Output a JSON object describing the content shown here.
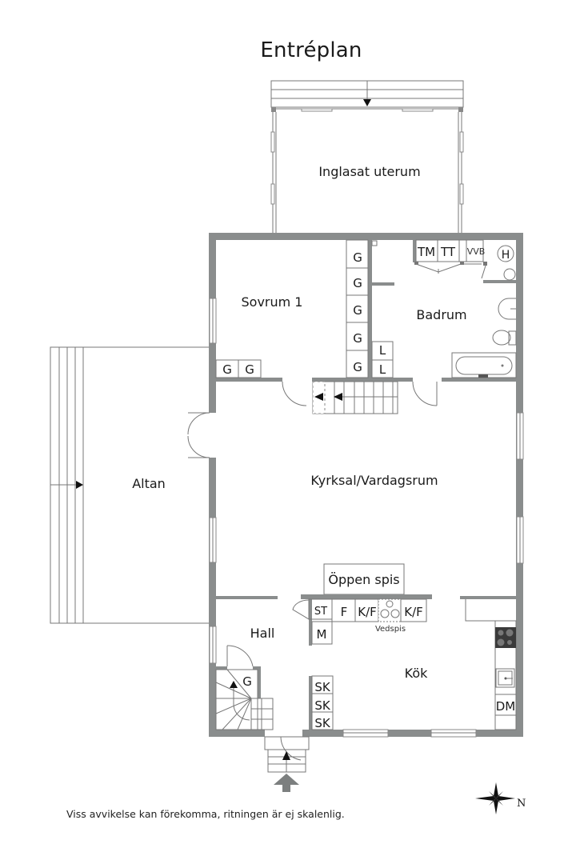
{
  "title": "Entréplan",
  "rooms": {
    "inglasat_uterum": "Inglasat uterum",
    "sovrum1": "Sovrum 1",
    "badrum": "Badrum",
    "altan": "Altan",
    "kyrksal": "Kyrksal/Vardagsrum",
    "hall": "Hall",
    "kok": "Kök"
  },
  "fixtures": {
    "g": "G",
    "l": "L",
    "tm": "TM",
    "tt": "TT",
    "vvb": "VVB",
    "h": "H",
    "oppen_spis": "Öppen spis",
    "st": "ST",
    "f": "F",
    "kf": "K/F",
    "vedspis": "Vedspis",
    "m": "M",
    "sk": "SK",
    "dm": "DM"
  },
  "compass": {
    "north_label": "N"
  },
  "disclaimer": "Viss avvikelse kan förekomma, ritningen är ej skalenlig.",
  "colors": {
    "wall": "#8a8d8d",
    "line": "#6f6f6f",
    "text": "#1a1a1a"
  }
}
